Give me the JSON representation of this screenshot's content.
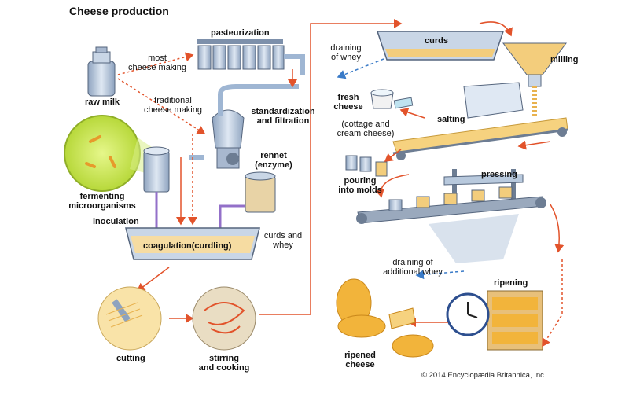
{
  "title": "Cheese production",
  "labels": {
    "raw_milk": "raw milk",
    "pasteurization": "pasteurization",
    "most_cheese_making": [
      "most",
      "cheese making"
    ],
    "traditional_cheese_making": [
      "traditional",
      "cheese making"
    ],
    "standardization": [
      "standardization",
      "and filtration"
    ],
    "rennet": [
      "rennet",
      "(enzyme)"
    ],
    "fermenting": [
      "fermenting",
      "microorganisms"
    ],
    "inoculation": "inoculation",
    "coagulation": "coagulation(curdling)",
    "curds_and_whey": [
      "curds and",
      "whey"
    ],
    "cutting": "cutting",
    "stirring": [
      "stirring",
      "and cooking"
    ],
    "draining_whey": [
      "draining",
      "of whey"
    ],
    "curds": "curds",
    "milling": "milling",
    "fresh_cheese": [
      "fresh",
      "cheese"
    ],
    "cottage": [
      "(cottage and",
      "cream cheese)"
    ],
    "salting": "salting",
    "pouring": [
      "pouring",
      "into molds"
    ],
    "pressing": "pressing",
    "draining_additional": [
      "draining of",
      "additional whey"
    ],
    "ripening": "ripening",
    "ripened_cheese": [
      "ripened",
      "cheese"
    ]
  },
  "copyright": "© 2014 Encyclopædia Britannica, Inc.",
  "colors": {
    "arrow": "#e2532b",
    "dashed_arrow": "#3a7bc8",
    "pipe": "#9fb6d3",
    "machine": "#b8c9dd",
    "cheese": "#f2b43b",
    "cheese_dark": "#d9901a",
    "micro_green": "#c9e84f",
    "belt": "#6d7d93"
  }
}
